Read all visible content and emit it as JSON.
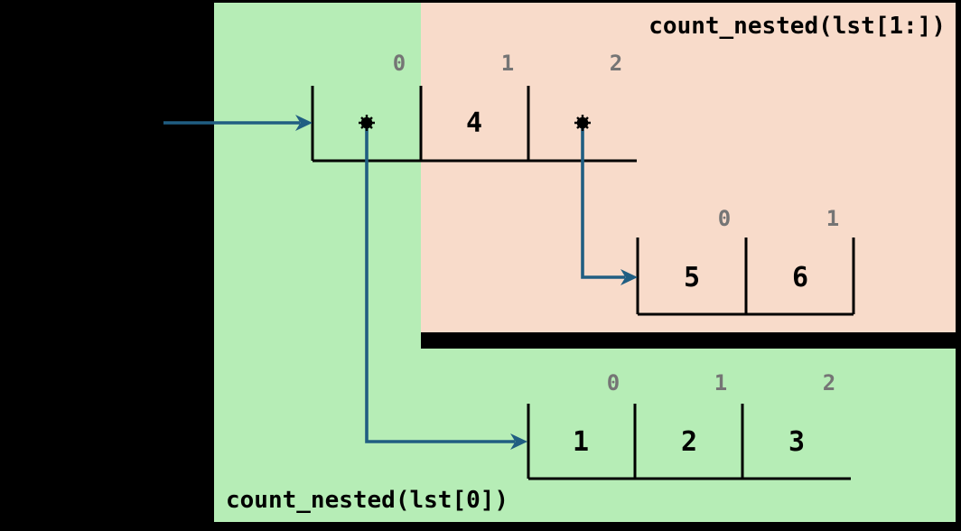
{
  "frames": {
    "outer": {
      "label": "count_nested(lst[1:])"
    },
    "inner": {
      "label": "count_nested(lst[0])"
    }
  },
  "lists": [
    {
      "name": "lst",
      "indices": [
        "0",
        "1",
        "2"
      ],
      "cells": [
        {
          "type": "pointer",
          "points_to": "nested-list-1-2-3"
        },
        {
          "type": "int",
          "text": "4"
        },
        {
          "type": "pointer",
          "points_to": "nested-list-5-6"
        }
      ]
    },
    {
      "name": "nested-list-5-6",
      "indices": [
        "0",
        "1"
      ],
      "cells": [
        {
          "type": "int",
          "text": "5"
        },
        {
          "type": "int",
          "text": "6"
        }
      ]
    },
    {
      "name": "nested-list-1-2-3",
      "indices": [
        "0",
        "1",
        "2"
      ],
      "cells": [
        {
          "type": "int",
          "text": "1"
        },
        {
          "type": "int",
          "text": "2"
        },
        {
          "type": "int",
          "text": "3"
        }
      ]
    }
  ],
  "colors": {
    "background": "#000000",
    "outer_frame_bg": "#f8dbca",
    "inner_frame_bg": "#b6edb6",
    "list_line": "#000000",
    "arrow": "#205e82",
    "index_label": "#757575",
    "value_text": "#000000"
  }
}
